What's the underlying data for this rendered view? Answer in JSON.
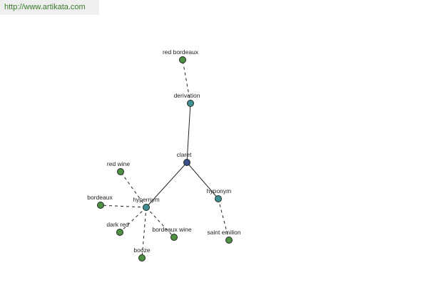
{
  "header": {
    "url_text": "http://www.artikata.com"
  },
  "graph": {
    "center": {
      "label": "claret"
    },
    "relations": [
      {
        "id": "derivation",
        "label": "derivation"
      },
      {
        "id": "hypernym",
        "label": "hypernym"
      },
      {
        "id": "hyponym",
        "label": "hyponym"
      }
    ],
    "leaves": [
      {
        "id": "red-bordeaux",
        "label": "red bordeaux",
        "relation": "derivation"
      },
      {
        "id": "red-wine",
        "label": "red wine",
        "relation": "hypernym"
      },
      {
        "id": "bordeaux",
        "label": "bordeaux",
        "relation": "hypernym"
      },
      {
        "id": "dark-red",
        "label": "dark red",
        "relation": "hypernym"
      },
      {
        "id": "bordeaux-wine",
        "label": "bordeaux wine",
        "relation": "hypernym"
      },
      {
        "id": "booze",
        "label": "booze",
        "relation": "hypernym"
      },
      {
        "id": "saint-emilion",
        "label": "saint emilion",
        "relation": "hyponym"
      }
    ]
  },
  "colors": {
    "center_node": "#3b4f8a",
    "relation_node": "#3f8f94",
    "leaf_node": "#4f8f43",
    "url_text": "#3a7a2a"
  }
}
